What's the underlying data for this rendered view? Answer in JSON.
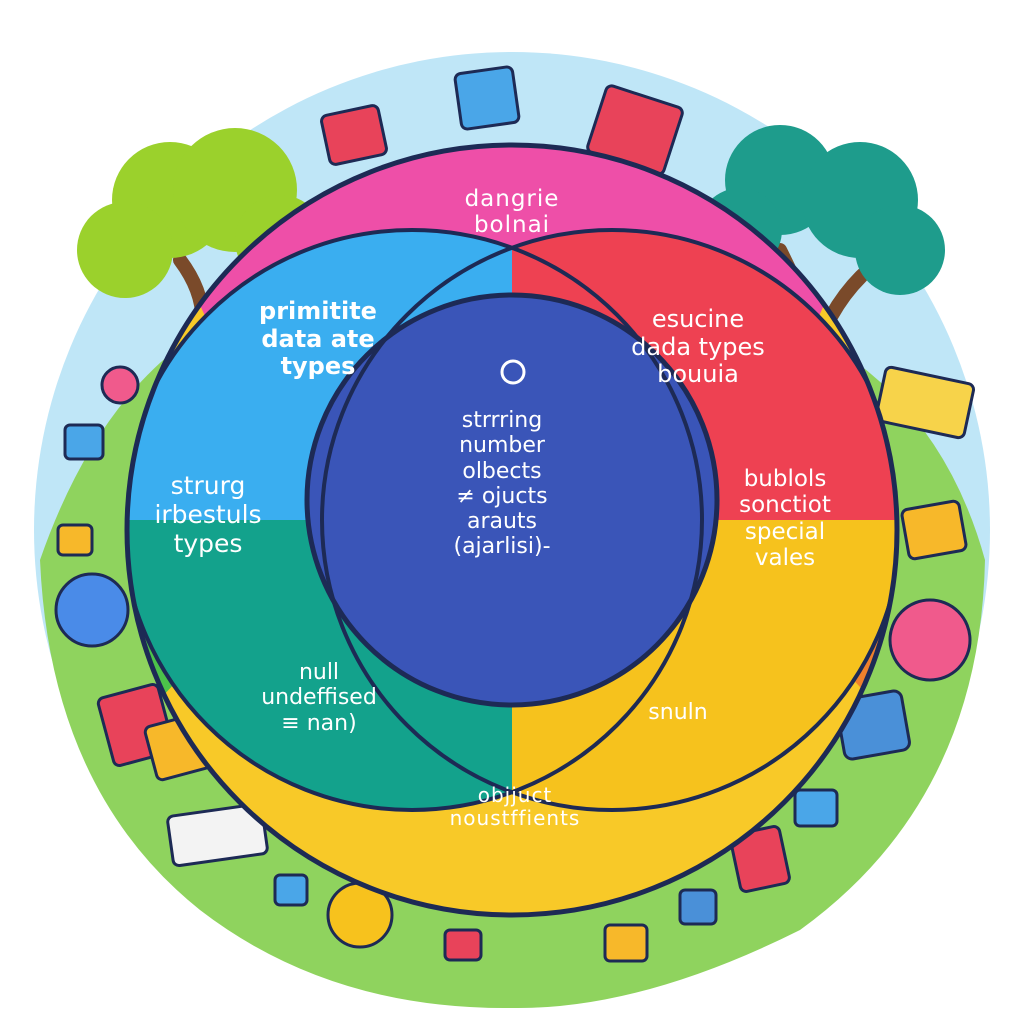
{
  "diagram": {
    "type": "venn",
    "regions": [
      {
        "id": "top",
        "color": "#ee4fa8",
        "lines": [
          "dangrie",
          "bolnai"
        ]
      },
      {
        "id": "blue",
        "color": "#3aaef0",
        "lines": [
          "primitite",
          "data ate",
          "types"
        ]
      },
      {
        "id": "red",
        "color": "#ee4152",
        "lines": [
          "esucine",
          "dada types",
          "bouuia"
        ]
      },
      {
        "id": "green",
        "color": "#4cc24a",
        "lines": [
          "strurg",
          "irbestuls",
          "types"
        ]
      },
      {
        "id": "center",
        "color": "#3a55b8",
        "lines": [
          "strrring",
          "number",
          "olbects",
          "≠ ojucts",
          "arauts",
          "(ajarlisi)-"
        ]
      },
      {
        "id": "orange",
        "color": "#f0812c",
        "lines": [
          "bublols",
          "sonctiot",
          "special",
          "vales"
        ]
      },
      {
        "id": "teal",
        "color": "#13a28c",
        "lines": [
          "null",
          "undeffised",
          "≡ nan)"
        ]
      },
      {
        "id": "yellow",
        "color": "#f6c21d",
        "lines": [
          "snuln"
        ]
      },
      {
        "id": "bottom",
        "color": "#f8c928",
        "lines": [
          "objjuct",
          "noustffients"
        ]
      }
    ]
  },
  "decorations": {
    "ground_color": "#8fd35e",
    "sky_color": "#bfe6f7",
    "tree_left_color": "#9bd12c",
    "tree_right_color": "#1e9c8c",
    "trunk_color": "#7a4a2a",
    "objects": [
      {
        "shape": "cube-icon",
        "color": "#e8435a"
      },
      {
        "shape": "cube-icon",
        "color": "#4aa6e8"
      },
      {
        "shape": "block-icon",
        "color": "#e8435a"
      },
      {
        "shape": "block-icon",
        "color": "#f7d34a"
      },
      {
        "shape": "cube-icon",
        "color": "#f7b82a"
      },
      {
        "shape": "ball-icon",
        "color": "#4a8be8"
      },
      {
        "shape": "ball-icon",
        "color": "#f05a8c"
      },
      {
        "shape": "cube-icon",
        "color": "#4a90d8"
      },
      {
        "shape": "ball-icon",
        "color": "#f7c21d"
      },
      {
        "shape": "book-icon",
        "color": "#f3f3f3"
      }
    ]
  }
}
